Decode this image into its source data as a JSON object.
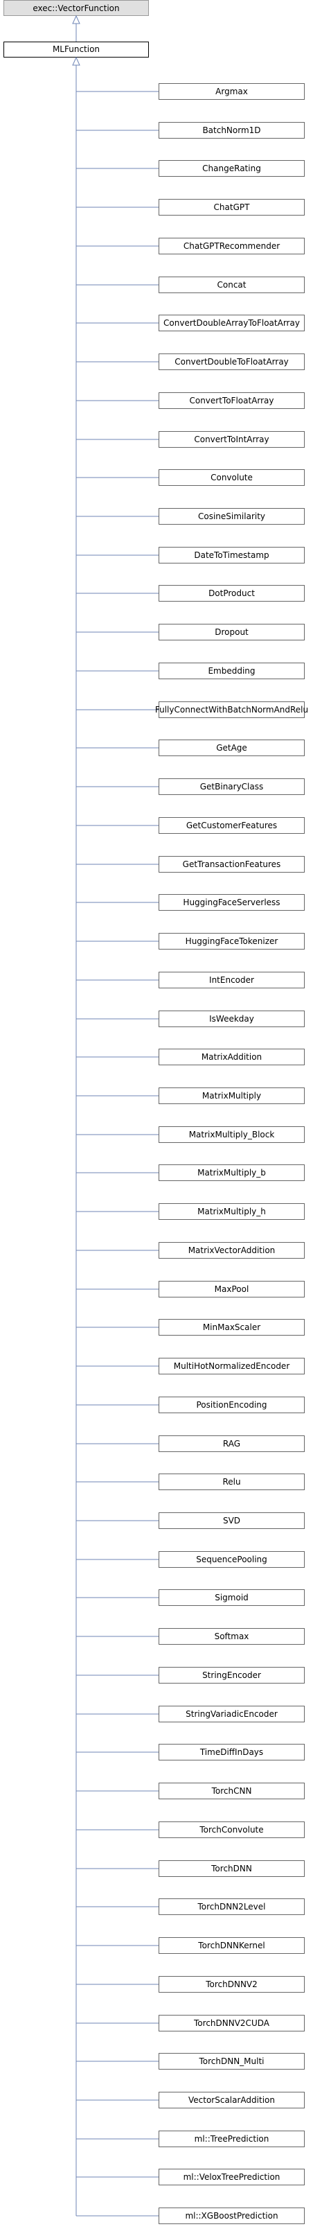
{
  "diagram": {
    "base_class": "exec::VectorFunction",
    "root_class": "MLFunction",
    "children": [
      "Argmax",
      "BatchNorm1D",
      "ChangeRating",
      "ChatGPT",
      "ChatGPTRecommender",
      "Concat",
      "ConvertDoubleArrayToFloatArray",
      "ConvertDoubleToFloatArray",
      "ConvertToFloatArray",
      "ConvertToIntArray",
      "Convolute",
      "CosineSimilarity",
      "DateToTimestamp",
      "DotProduct",
      "Dropout",
      "Embedding",
      "FullyConnectWithBatchNormAndRelu",
      "GetAge",
      "GetBinaryClass",
      "GetCustomerFeatures",
      "GetTransactionFeatures",
      "HuggingFaceServerless",
      "HuggingFaceTokenizer",
      "IntEncoder",
      "IsWeekday",
      "MatrixAddition",
      "MatrixMultiply",
      "MatrixMultiply_Block",
      "MatrixMultiply_b",
      "MatrixMultiply_h",
      "MatrixVectorAddition",
      "MaxPool",
      "MinMaxScaler",
      "MultiHotNormalizedEncoder",
      "PositionEncoding",
      "RAG",
      "Relu",
      "SVD",
      "SequencePooling",
      "Sigmoid",
      "Softmax",
      "StringEncoder",
      "StringVariadicEncoder",
      "TimeDiffInDays",
      "TorchCNN",
      "TorchConvolute",
      "TorchDNN",
      "TorchDNN2Level",
      "TorchDNNKernel",
      "TorchDNNV2",
      "TorchDNNV2CUDA",
      "TorchDNN_Multi",
      "VectorScalarAddition",
      "ml::TreePrediction",
      "ml::VeloxTreePrediction",
      "ml::XGBoostPrediction"
    ]
  }
}
